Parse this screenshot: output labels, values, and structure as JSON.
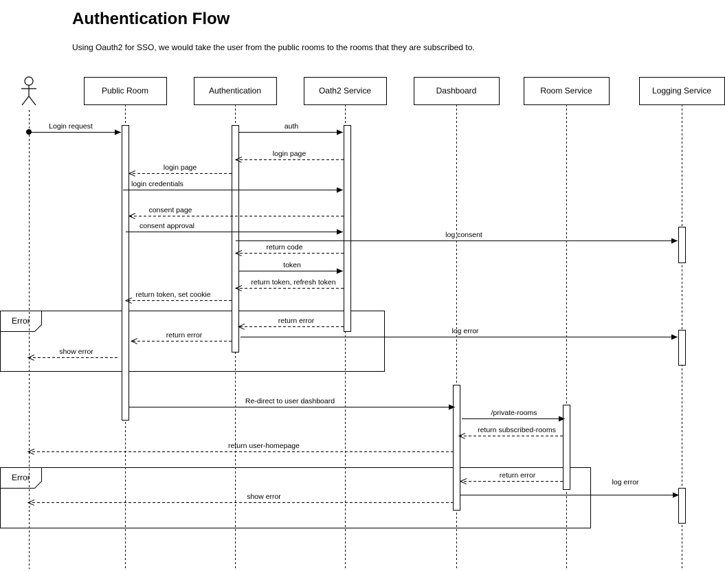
{
  "page": {
    "title": "Authentication Flow",
    "subtitle": "Using Oauth2 for SSO, we would take the user from the public rooms to the rooms that they are subscribed to."
  },
  "participants": [
    {
      "id": "user",
      "label": "",
      "kind": "actor"
    },
    {
      "id": "public",
      "label": "Public Room",
      "kind": "box"
    },
    {
      "id": "auth",
      "label": "Authentication",
      "kind": "box"
    },
    {
      "id": "oauth",
      "label": "Oath2 Service",
      "kind": "box"
    },
    {
      "id": "dash",
      "label": "Dashboard",
      "kind": "box"
    },
    {
      "id": "room",
      "label": "Room Service",
      "kind": "box"
    },
    {
      "id": "log",
      "label": "Logging Service",
      "kind": "box"
    }
  ],
  "fragments": [
    {
      "label": "Error"
    },
    {
      "label": "Error"
    }
  ],
  "messages": [
    {
      "from": "user",
      "to": "public",
      "label": "Login request",
      "kind": "sync"
    },
    {
      "from": "auth",
      "to": "oauth",
      "label": "auth",
      "kind": "sync"
    },
    {
      "from": "oauth",
      "to": "auth",
      "label": "login page",
      "kind": "reply"
    },
    {
      "from": "auth",
      "to": "public",
      "label": "login page",
      "kind": "reply"
    },
    {
      "from": "public",
      "to": "oauth",
      "label": "login credentials",
      "kind": "sync"
    },
    {
      "from": "oauth",
      "to": "public",
      "label": "consent page",
      "kind": "reply"
    },
    {
      "from": "public",
      "to": "oauth",
      "label": "consent approval",
      "kind": "sync"
    },
    {
      "from": "auth",
      "to": "log",
      "label": "log consent",
      "kind": "sync"
    },
    {
      "from": "oauth",
      "to": "auth",
      "label": "return code",
      "kind": "reply"
    },
    {
      "from": "auth",
      "to": "oauth",
      "label": "token",
      "kind": "sync"
    },
    {
      "from": "oauth",
      "to": "auth",
      "label": "return token, refresh token",
      "kind": "reply"
    },
    {
      "from": "auth",
      "to": "public",
      "label": "return token, set cookie",
      "kind": "reply"
    },
    {
      "from": "oauth",
      "to": "auth",
      "label": "return error",
      "kind": "reply"
    },
    {
      "from": "auth",
      "to": "public",
      "label": "return error",
      "kind": "reply"
    },
    {
      "from": "auth",
      "to": "log",
      "label": "log error",
      "kind": "sync"
    },
    {
      "from": "public",
      "to": "user",
      "label": "show error",
      "kind": "reply"
    },
    {
      "from": "public",
      "to": "dash",
      "label": "Re-direct to user dashboard",
      "kind": "sync"
    },
    {
      "from": "dash",
      "to": "room",
      "label": "/private-rooms",
      "kind": "sync"
    },
    {
      "from": "room",
      "to": "dash",
      "label": "return subscribed-rooms",
      "kind": "reply"
    },
    {
      "from": "dash",
      "to": "user",
      "label": "return user-homepage",
      "kind": "reply"
    },
    {
      "from": "room",
      "to": "dash",
      "label": "return error",
      "kind": "reply"
    },
    {
      "from": "dash",
      "to": "log",
      "label": "log error",
      "kind": "sync"
    },
    {
      "from": "dash",
      "to": "user",
      "label": "show error",
      "kind": "reply"
    }
  ]
}
